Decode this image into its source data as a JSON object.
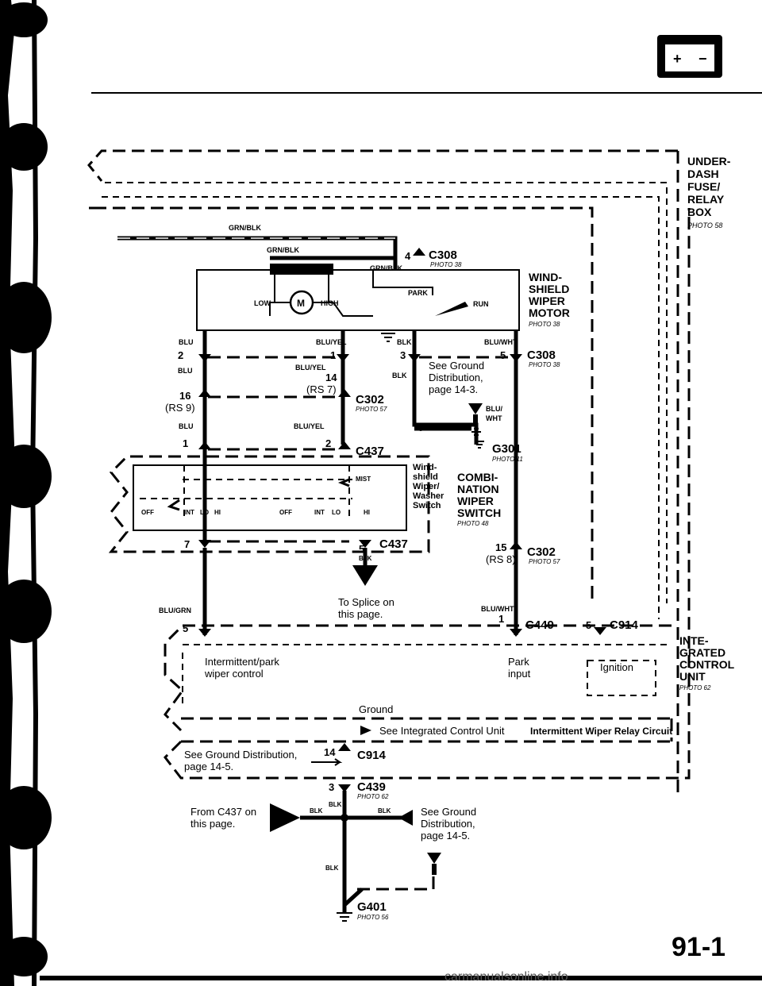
{
  "page_number": "91-1",
  "watermark": "carmanualsonline.info",
  "fuse_box": {
    "title": "UNDER-\nDASH\nFUSE/\nRELAY\nBOX",
    "lines": [
      "UNDER-",
      "DASH",
      "FUSE/",
      "RELAY",
      "BOX"
    ],
    "photo": "PHOTO 58"
  },
  "wiper_motor": {
    "lines": [
      "WIND-",
      "SHIELD",
      "WIPER",
      "MOTOR"
    ],
    "photo": "PHOTO 38",
    "low": "LOW",
    "high": "HIGH",
    "park": "PARK",
    "run": "RUN",
    "m": "M"
  },
  "combi_switch": {
    "lines": [
      "COMBI-",
      "NATION",
      "WIPER",
      "SWITCH"
    ],
    "photo": "PHOTO 48",
    "box_lines": [
      "Wind-",
      "shield",
      "Wiper/",
      "Washer",
      "Switch"
    ],
    "mist": "MIST",
    "off": "OFF",
    "int": "INT",
    "lo": "LO",
    "hi": "HI"
  },
  "control_unit": {
    "lines": [
      "INTE-",
      "GRATED",
      "CONTROL",
      "UNIT"
    ],
    "photo": "PHOTO 62",
    "intermittent_1": "Intermittent/park",
    "intermittent_2": "wiper control",
    "park_1": "Park",
    "park_2": "input",
    "ignition": "Ignition",
    "ground": "Ground",
    "see_icu": "See Integrated Control Unit",
    "relay_circuit": "Intermittent Wiper Relay Circuit"
  },
  "connectors": {
    "c308": "C308",
    "c302": "C302",
    "c437": "C437",
    "c449": "C449",
    "c914": "C914",
    "c439": "C439",
    "g301": "G301",
    "g401": "G401"
  },
  "photos": {
    "c308": "PHOTO 38",
    "c308b": "PHOTO 38",
    "c302": "PHOTO 57",
    "c302b": "PHOTO 57",
    "g301": "PHOTO 11",
    "c439": "PHOTO 62",
    "g401": "PHOTO 56"
  },
  "pins": {
    "p4": "4",
    "p2": "2",
    "p1": "1",
    "p14": "14",
    "rs7": "(RS 7)",
    "p16": "16",
    "rs9": "(RS 9)",
    "p2b": "2",
    "p1b": "1",
    "p3": "3",
    "p5": "5",
    "p7": "7",
    "p5b": "5",
    "p15": "15",
    "rs8": "(RS 8)",
    "p5c": "5",
    "p1c": "1",
    "p5d": "5",
    "p14b": "14",
    "p3b": "3"
  },
  "wires": {
    "grn_blk": "GRN/BLK",
    "grn_blk2": "GRN/BLK",
    "grn_blk3": "GRN/BLK",
    "blu": "BLU",
    "blu2": "BLU",
    "blu3": "BLU",
    "blu_yel": "BLU/YEL",
    "blu_yel2": "BLU/YEL",
    "blu_yel3": "BLU/YEL",
    "blk": "BLK",
    "blk2": "BLK",
    "blk3": "BLK",
    "blk4": "BLK",
    "blk5": "BLK",
    "blk6": "BLK",
    "blk7": "BLK",
    "blu_wht": "BLU/WHT",
    "blu_wht2": "BLU/",
    "blu_wht3": "WHT",
    "blu_wht4": "BLU/WHT",
    "blu_grn": "BLU/GRN"
  },
  "notes": {
    "see_ground_1": "See Ground",
    "see_ground_2": "Distribution,",
    "see_ground_3": "page 14-3.",
    "to_splice_1": "To Splice on",
    "to_splice_2": "this page.",
    "see_gd_c914_1": "See Ground Distribution,",
    "see_gd_c914_2": "page 14-5.",
    "from_c437_1": "From C437 on",
    "from_c437_2": "this page.",
    "see_gd_g401_1": "See Ground",
    "see_gd_g401_2": "Distribution,",
    "see_gd_g401_3": "page 14-5."
  }
}
